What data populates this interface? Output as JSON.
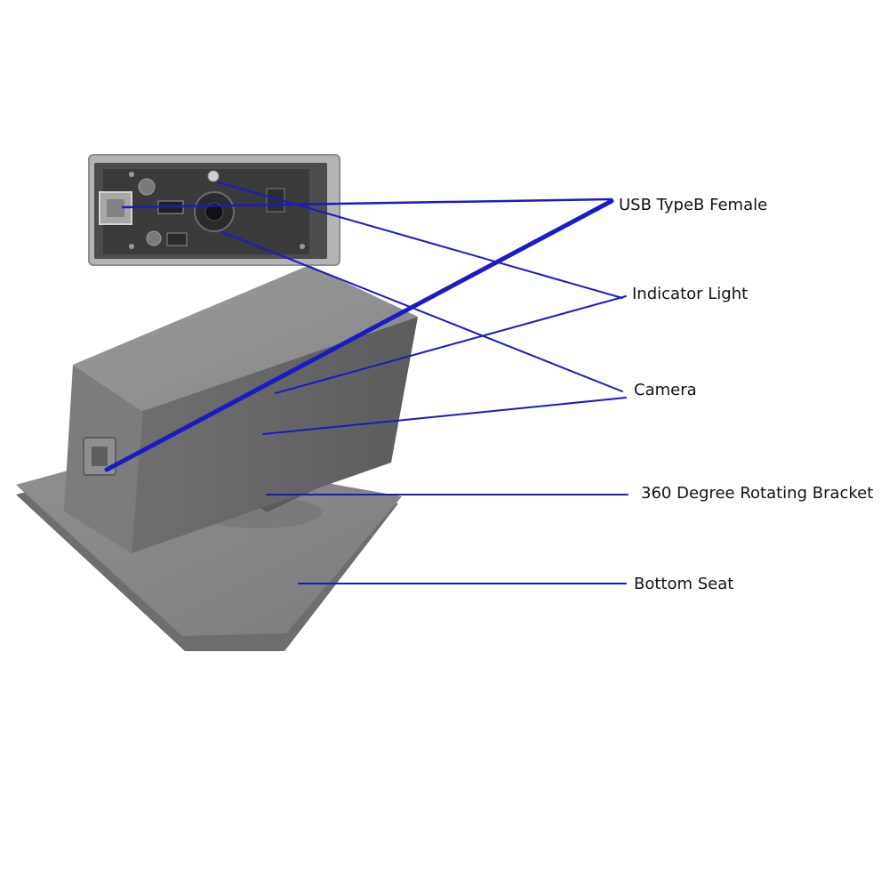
{
  "labels": {
    "usb": "USB TypeB Female",
    "indicator": "Indicator Light",
    "camera": "Camera",
    "bracket": "360 Degree Rotating Bracket",
    "seat": "Bottom Seat"
  },
  "colors": {
    "leader_line": "#1a1ac8",
    "housing_gray": "#8a8a8a",
    "background": "#ffffff"
  }
}
